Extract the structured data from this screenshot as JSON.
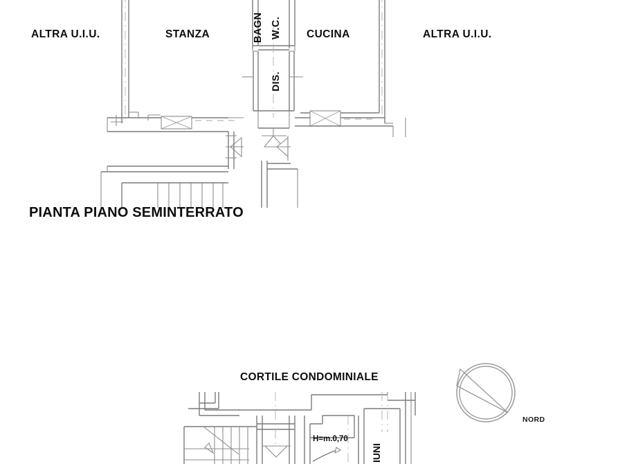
{
  "document": {
    "kind": "architectural-floor-plan",
    "background_color": "#ffffff",
    "line_color": "#8d8d8d",
    "heavy_line_color": "#6f6f6f",
    "text_color": "#0d0d0d"
  },
  "upper_plan": {
    "title": "PIANTA PIANO SEMINTERRATO",
    "labels": {
      "left_other_unit": "ALTRA U.I.U.",
      "room": "STANZA",
      "bathroom": "BAGN",
      "wc": "W.C.",
      "hallway": "DIS.",
      "kitchen": "CUCINA",
      "right_other_unit": "ALTRA U.I.U."
    }
  },
  "lower_plan": {
    "labels": {
      "courtyard": "CORTILE CONDOMINIALE",
      "height_note": "H=m.0,70",
      "common_parts": "IUNI"
    }
  },
  "compass": {
    "label": "NORD",
    "icon": "compass-north-icon"
  }
}
